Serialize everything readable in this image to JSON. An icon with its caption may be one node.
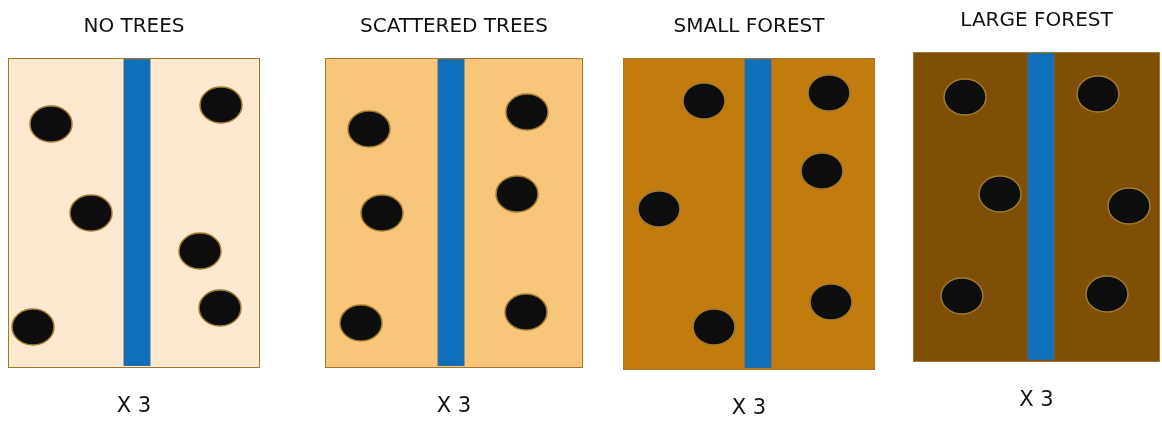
{
  "diagram": {
    "nodes": [
      {
        "text": [
          "NO TREES"
        ],
        "beside": [
          "X 3"
        ]
      },
      {
        "text": [
          "SCATTERED TREES"
        ],
        "beside": [
          "X 3"
        ]
      },
      {
        "text": [
          "SMALL FOREST"
        ],
        "beside": [
          "X 3"
        ]
      },
      {
        "text": [
          "LARGE FOREST"
        ],
        "beside": [
          "X 3"
        ]
      }
    ]
  }
}
